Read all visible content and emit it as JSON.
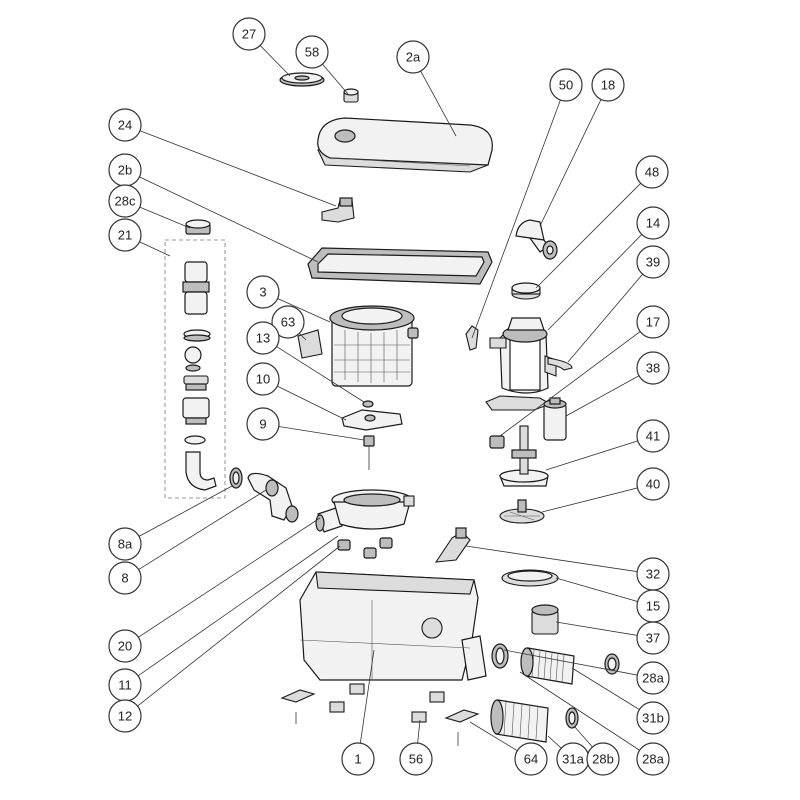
{
  "diagram": {
    "labels": [
      "27",
      "58",
      "2a",
      "50",
      "18",
      "24",
      "2b",
      "28c",
      "21",
      "48",
      "14",
      "3",
      "63",
      "39",
      "13",
      "17",
      "10",
      "38",
      "9",
      "41",
      "40",
      "8a",
      "8",
      "32",
      "20",
      "15",
      "37",
      "11",
      "28a",
      "31b",
      "12",
      "1",
      "56",
      "64",
      "31a",
      "28b",
      "28a"
    ]
  },
  "colors": {
    "line": "#1a1a1a",
    "fill_light": "#f2f2f2",
    "fill_dark": "#bdbdbd",
    "background": "#ffffff"
  }
}
